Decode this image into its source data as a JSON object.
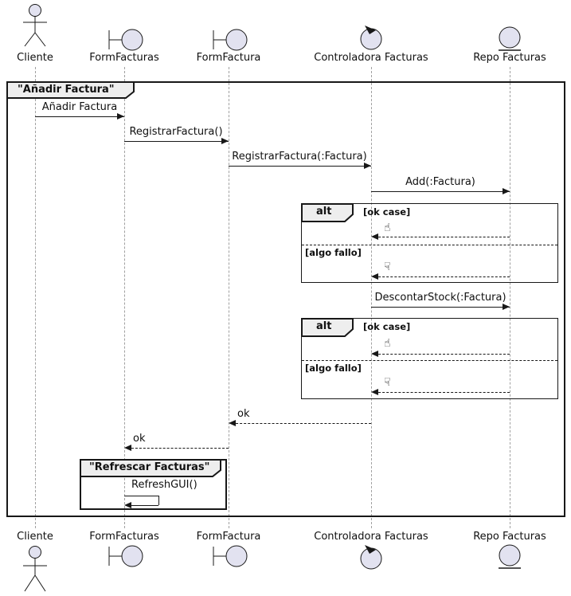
{
  "colors": {
    "participant_fill": "#E2E2F0",
    "border": "#181818",
    "lifeline": "#A0A0A0",
    "frame_label_fill": "#EEEEEE"
  },
  "frames": {
    "outer": {
      "title": "\"Añadir Factura\""
    },
    "inner": {
      "title": "\"Refrescar Facturas\""
    }
  },
  "participants": [
    {
      "name": "Cliente",
      "type": "actor",
      "icon": "actor-icon"
    },
    {
      "name": "FormFacturas",
      "type": "boundary",
      "icon": "boundary-icon"
    },
    {
      "name": "FormFactura",
      "type": "boundary",
      "icon": "boundary-icon"
    },
    {
      "name": "Controladora Facturas",
      "type": "control",
      "icon": "control-icon"
    },
    {
      "name": "Repo Facturas",
      "type": "entity",
      "icon": "entity-icon"
    }
  ],
  "messages": [
    {
      "label": "Añadir Factura",
      "from": "Cliente",
      "to": "FormFacturas",
      "style": "solid"
    },
    {
      "label": "RegistrarFactura()",
      "from": "FormFacturas",
      "to": "FormFactura",
      "style": "solid"
    },
    {
      "label": "RegistrarFactura(:Factura)",
      "from": "FormFactura",
      "to": "Controladora Facturas",
      "style": "solid"
    },
    {
      "label": "Add(:Factura)",
      "from": "Controladora Facturas",
      "to": "Repo Facturas",
      "style": "solid"
    },
    {
      "label": "DescontarStock(:Factura)",
      "from": "Controladora Facturas",
      "to": "Repo Facturas",
      "style": "solid"
    },
    {
      "label": "ok",
      "from": "Controladora Facturas",
      "to": "FormFactura",
      "style": "dashed-return"
    },
    {
      "label": "ok",
      "from": "FormFactura",
      "to": "FormFacturas",
      "style": "dashed-return"
    },
    {
      "label": "RefreshGUI()",
      "from": "FormFacturas",
      "to": "FormFacturas",
      "style": "self"
    }
  ],
  "fragments": [
    {
      "operator": "alt",
      "sections": [
        {
          "guard": "[ok case]",
          "reply_icon": "thumbs-up-icon",
          "glyph": "☝",
          "from": "Repo Facturas",
          "to": "Controladora Facturas"
        },
        {
          "guard": "[algo fallo]",
          "reply_icon": "thumbs-down-icon",
          "glyph": "☟",
          "from": "Repo Facturas",
          "to": "Controladora Facturas"
        }
      ]
    },
    {
      "operator": "alt",
      "sections": [
        {
          "guard": "[ok case]",
          "reply_icon": "thumbs-up-icon",
          "glyph": "☝",
          "from": "Repo Facturas",
          "to": "Controladora Facturas"
        },
        {
          "guard": "[algo fallo]",
          "reply_icon": "thumbs-down-icon",
          "glyph": "☟",
          "from": "Repo Facturas",
          "to": "Controladora Facturas"
        }
      ]
    }
  ]
}
